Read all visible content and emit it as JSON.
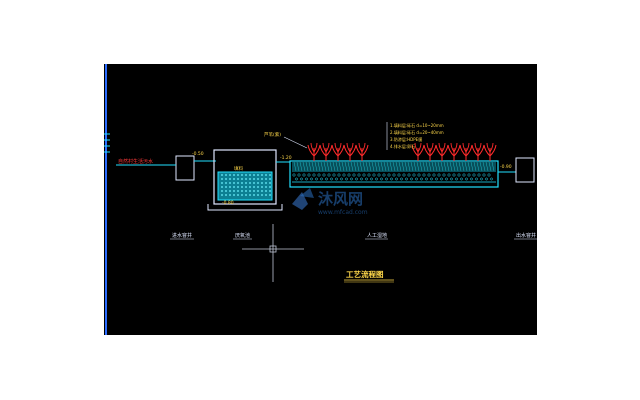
{
  "labels": {
    "inlet": "自然村生活污水",
    "wetland_plant": "芦苇(紫)",
    "wet_notes": [
      "1.填料层:砾石 d=10~20mm",
      "2.填料层:砾石 d=20~40mm",
      "3.防渗层:HDPE膜",
      "4.排水层:卵石"
    ],
    "elev_inlet": "-0.50",
    "elev_tank": "-0.80",
    "elev_well": "-1.20",
    "elev_out": "-0.90",
    "well_in": "进水窨井",
    "septic_tank": "厌氧池",
    "wetland": "人工湿地",
    "well_out": "出水窨井",
    "title": "工艺流程图",
    "filler": "填料"
  },
  "watermark": {
    "brand": "沐风网",
    "url": "www.mfcad.com"
  },
  "colors": {
    "background": "#000000",
    "cad_cyan": "#22e0ff",
    "cad_red": "#ff2b2b",
    "cad_yellow": "#ffd84a",
    "cad_white": "#dfe7ff",
    "cad_blue": "#2c6cff",
    "watermark": "#2a6fbf"
  }
}
